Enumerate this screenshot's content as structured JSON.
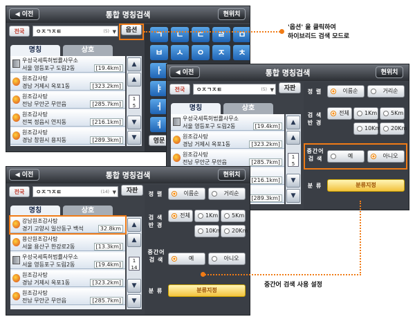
{
  "screens": {
    "a": {
      "title": "통합 명칭검색",
      "back": "이전",
      "current": "현위치",
      "region": "전국",
      "query": "ㅇㅈㄱㅈㅌ",
      "count": "(5)",
      "option_btn": "옵션",
      "tabs": [
        "명칭",
        "상호"
      ],
      "rows": [
        {
          "name": "우성국세특허법률사무소",
          "addr": "서울 영등포구 도림2동",
          "dist": "[19.4km]"
        },
        {
          "name": "원조감사탕",
          "addr": "경남 거제시 옥포1동",
          "dist": "[323.2km]"
        },
        {
          "name": "원조감사탕",
          "addr": "전남 무안군 무안읍",
          "dist": "[285.7km]"
        },
        {
          "name": "원조감사탕",
          "addr": "전북 정읍시 연지동",
          "dist": "[216.1km]"
        },
        {
          "name": "원조감사탕",
          "addr": "경남 창원시 용지동",
          "dist": "[289.3km]"
        }
      ],
      "page": {
        "cur": "1",
        "total": "5"
      },
      "keys": [
        "ㄱ",
        "ㄴ",
        "ㄷ",
        "ㄹ",
        "ㅁ",
        "ㅂ",
        "ㅅ",
        "ㅇ",
        "ㅈ",
        "ㅊ",
        "ㅏ",
        "ㅑ",
        "ㅓ",
        "ㅕ"
      ],
      "kb_extra": "영문"
    },
    "b": {
      "title": "통합 명칭검색",
      "back": "이전",
      "current": "현위치",
      "region": "전국",
      "query": "ㅇㅈㄱㅈㅌ",
      "count": "(5)",
      "btn": "자판",
      "tabs": [
        "명칭",
        "상호"
      ],
      "rows": [
        {
          "name": "우성국세특허법률사무소",
          "addr": "서울 영등포구 도림2동",
          "dist": "[19.4km]"
        },
        {
          "name": "원조감사탕",
          "addr": "경남 거제시 옥포1동",
          "dist": "[323.2km]"
        },
        {
          "name": "원조감사탕",
          "addr": "전남 무안군 무안읍",
          "dist": "[285.7km]"
        },
        {
          "name": "",
          "addr": "",
          "dist": "[216.1km]"
        },
        {
          "name": "",
          "addr": "",
          "dist": "[289.3km]"
        }
      ],
      "page": {
        "cur": "1",
        "total": "5"
      },
      "options": {
        "sort_label": "정 렬",
        "sort": [
          "이름순",
          "거리순"
        ],
        "radius_label": "검 색\n반 경",
        "radius": [
          "전체",
          "1Km",
          "5Km",
          "10Km",
          "20Km"
        ],
        "mid_label": "중간어\n검 색",
        "mid": [
          "예",
          "아니오"
        ],
        "cat_label": "분 류",
        "cat_btn": "분류지정"
      }
    },
    "c": {
      "title": "통합 명칭검색",
      "back": "이전",
      "current": "현위치",
      "region": "전국",
      "query": "ㅇㅈㄱㅈㅌ",
      "count": "(14)",
      "btn": "자판",
      "tabs": [
        "명칭",
        "상호"
      ],
      "rows": [
        {
          "name": "강남원조감사탕",
          "addr": "경기 고양시 일산동구 백석",
          "dist": "32.8km"
        },
        {
          "name": "용산원조감사탕",
          "addr": "서울 용산구 한강로2동",
          "dist": "[13.3km]"
        },
        {
          "name": "우성국세특허법률사무소",
          "addr": "서울 영등포구 도림2동",
          "dist": "[19.4km]"
        },
        {
          "name": "원조감사탕",
          "addr": "경남 거제시 옥포1동",
          "dist": "[323.2km]"
        },
        {
          "name": "원조감사탕",
          "addr": "전남 무안군 무안읍",
          "dist": "[285.7km]"
        }
      ],
      "page": {
        "cur": "1",
        "total": "14"
      },
      "options": {
        "sort_label": "정 렬",
        "sort": [
          "이름순",
          "거리순"
        ],
        "radius_label": "검 색\n반 경",
        "radius": [
          "전체",
          "1Km",
          "5Km",
          "10Km",
          "20Km"
        ],
        "mid_label": "중간어\n검 색",
        "mid": [
          "예",
          "아니오"
        ],
        "cat_label": "분 류",
        "cat_btn": "분류지정"
      }
    }
  },
  "callouts": {
    "option_line1": "'옵션' 을 클릭하여",
    "option_line2": "하이브리드 검색 모드로",
    "mid_search": "중간어 검색 사용 설정"
  },
  "colors": {
    "highlight": "#f07b16",
    "key_blue": "#1f63b3",
    "bg": "#3d4148"
  }
}
